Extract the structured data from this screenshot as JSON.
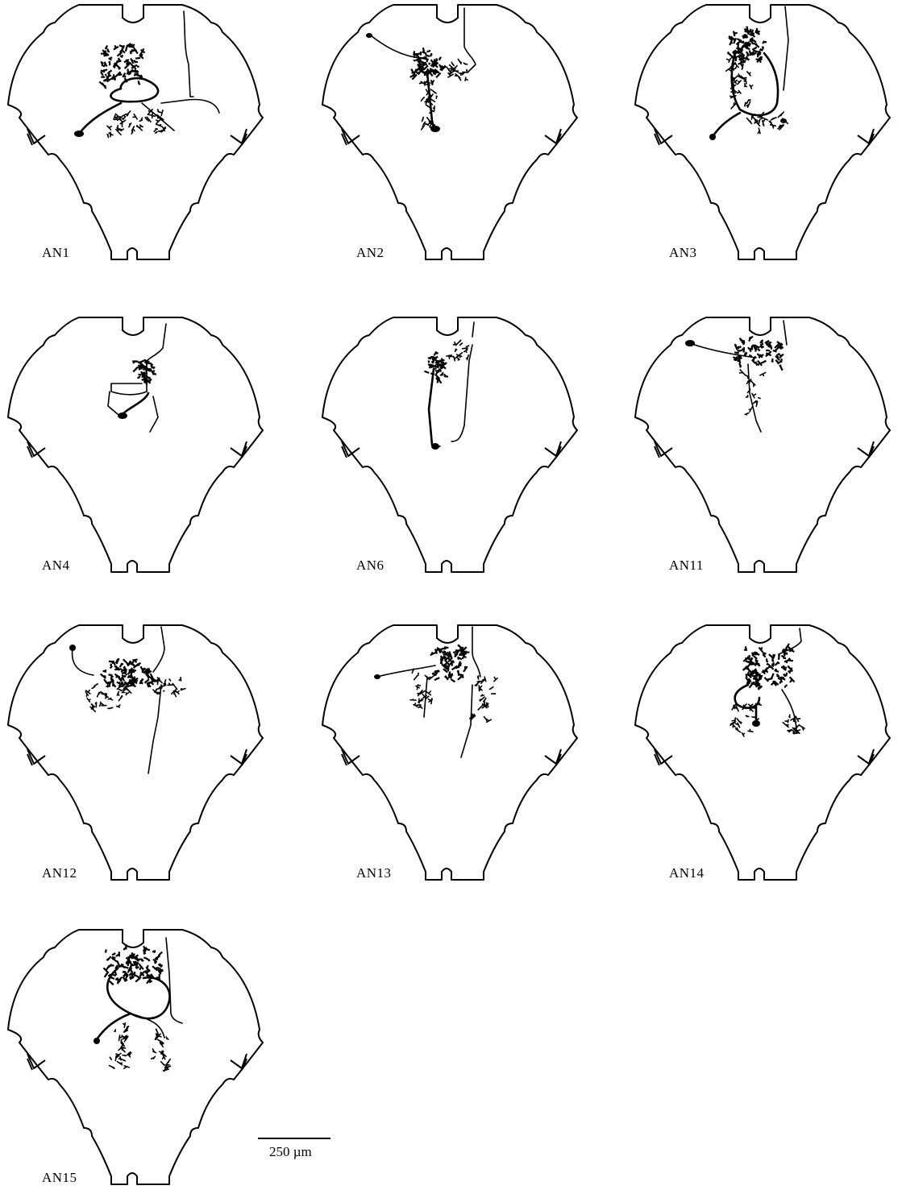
{
  "panels": [
    {
      "label": "AN1",
      "arbor": "dense-ring-top-left",
      "soma_side": "left-low",
      "axon": "right-contralateral"
    },
    {
      "label": "AN2",
      "arbor": "central-column",
      "soma_side": "top-left",
      "axon": "descending"
    },
    {
      "label": "AN3",
      "arbor": "tall-loop",
      "soma_side": "left-low",
      "axon": "ascending-right"
    },
    {
      "label": "AN4",
      "arbor": "small-loop",
      "soma_side": "center-low",
      "axon": "ascending-right"
    },
    {
      "label": "AN6",
      "arbor": "narrow-column",
      "soma_side": "bottom-center",
      "axon": "ascending-right"
    },
    {
      "label": "AN11",
      "arbor": "fan-top-right",
      "soma_side": "top-left",
      "axon": "descending"
    },
    {
      "label": "AN12",
      "arbor": "wide-fan",
      "soma_side": "top-left",
      "axon": "descending-right"
    },
    {
      "label": "AN13",
      "arbor": "split-fan",
      "soma_side": "left",
      "axon": "descending"
    },
    {
      "label": "AN14",
      "arbor": "dense-dome",
      "soma_side": "center",
      "axon": "ascending-right"
    },
    {
      "label": "AN15",
      "arbor": "figure-eight",
      "soma_side": "left-low",
      "axon": "ascending-right"
    }
  ],
  "scale_bar": {
    "label": "250 µm"
  }
}
